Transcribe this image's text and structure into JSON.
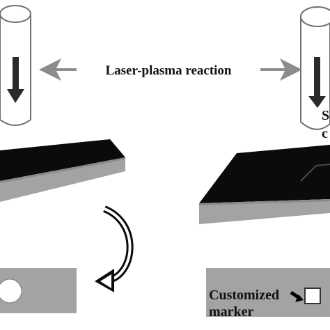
{
  "labels": {
    "reaction": "Laser-plasma reaction",
    "marker_line1": "Customized",
    "marker_line2": "marker",
    "cutoff_line1": "S",
    "cutoff_line2": "c"
  },
  "colors": {
    "film": "#0b0b0b",
    "substrate": "#a3a3a3",
    "substrate_dark": "#8a8a8a",
    "arrow_gray": "#8c8c8c",
    "laser_arrow": "#2a2a2a",
    "cylinder": "#ffffff",
    "cylinder_stroke": "#6f6f6f"
  },
  "icons": [
    "laser-cylinder-icon",
    "down-arrow-icon",
    "double-arrow-icon",
    "curved-arrow-icon",
    "marker-square-icon"
  ]
}
